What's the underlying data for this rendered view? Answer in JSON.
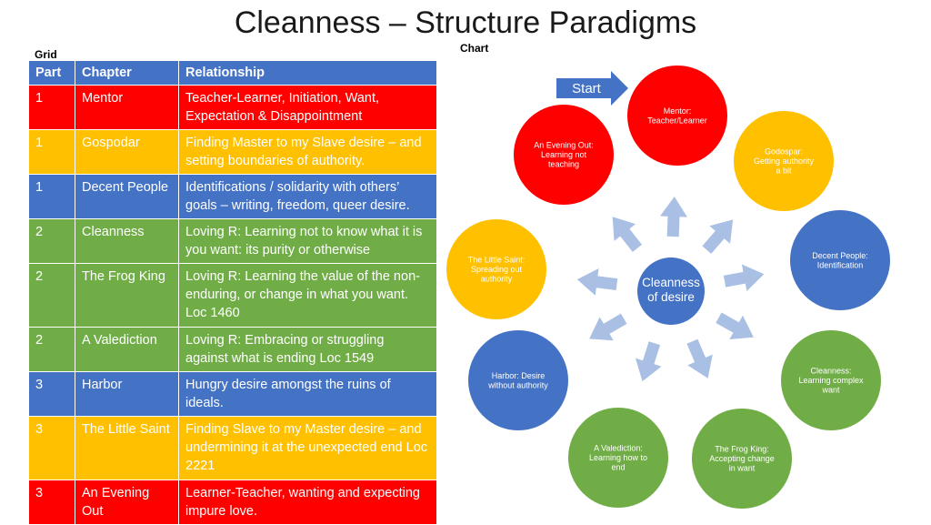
{
  "title": "Cleanness – Structure Paradigms",
  "grid_label": "Grid",
  "chart_label": "Chart",
  "table": {
    "headers": [
      "Part",
      "Chapter",
      "Relationship"
    ],
    "rows": [
      {
        "part": "1",
        "chapter": "Mentor",
        "relationship": "Teacher-Learner,  Initiation, Want, Expectation & Disappointment",
        "color": "#ff0000"
      },
      {
        "part": "1",
        "chapter": "Gospodar",
        "relationship": "Finding Master to my Slave desire – and setting boundaries of authority.",
        "color": "#ffc000"
      },
      {
        "part": "1",
        "chapter": "Decent People",
        "relationship": "Identifications / solidarity with others’ goals – writing, freedom,  queer desire.",
        "color": "#4472c4"
      },
      {
        "part": "2",
        "chapter": "Cleanness",
        "relationship": "Loving R: Learning not to know what it is you want: its purity or otherwise",
        "color": "#70ad47"
      },
      {
        "part": "2",
        "chapter": "The Frog King",
        "relationship": "Loving R: Learning the value of the non-enduring, or change in what you want. Loc 1460",
        "color": "#70ad47"
      },
      {
        "part": "2",
        "chapter": "A Valediction",
        "relationship": "Loving R: Embracing or struggling against what is ending Loc 1549",
        "color": "#70ad47"
      },
      {
        "part": "3",
        "chapter": "Harbor",
        "relationship": "Hungry desire amongst the ruins of ideals.",
        "color": "#4472c4"
      },
      {
        "part": "3",
        "chapter": "The Little Saint",
        "relationship": "Finding Slave to my Master desire – and undermining it at the unexpected end Loc 2221",
        "color": "#ffc000"
      },
      {
        "part": "3",
        "chapter": "An Evening Out",
        "relationship": "Learner-Teacher,  wanting and expecting impure love.",
        "color": "#ff0000"
      }
    ]
  },
  "diagram": {
    "start_label": "Start",
    "center": {
      "lines": [
        "Cleanness",
        "of desire"
      ],
      "color": "#4472c4"
    },
    "nodes": [
      {
        "lines": [
          "Mentor:",
          "Teacher/Learner"
        ],
        "color": "#ff0000"
      },
      {
        "lines": [
          "Godospar:",
          "Getting authority",
          "a bit"
        ],
        "color": "#ffc000"
      },
      {
        "lines": [
          "Decent People:",
          "Identification"
        ],
        "color": "#4472c4"
      },
      {
        "lines": [
          "Cleanness:",
          "Learning complex",
          "want"
        ],
        "color": "#70ad47"
      },
      {
        "lines": [
          "The Frog King:",
          "Accepting change",
          "in want"
        ],
        "color": "#70ad47"
      },
      {
        "lines": [
          "A Valediction:",
          "Learning how to",
          "end"
        ],
        "color": "#70ad47"
      },
      {
        "lines": [
          "Harbor: Desire",
          "without authority"
        ],
        "color": "#4472c4"
      },
      {
        "lines": [
          "The Little Saint:",
          "Spreading out",
          "authority"
        ],
        "color": "#ffc000"
      },
      {
        "lines": [
          "An Evening Out:",
          "Learning not",
          "teaching"
        ],
        "color": "#ff0000"
      }
    ],
    "arrow_color": "#a9bfe3",
    "start_arrow_color": "#4472c4"
  }
}
